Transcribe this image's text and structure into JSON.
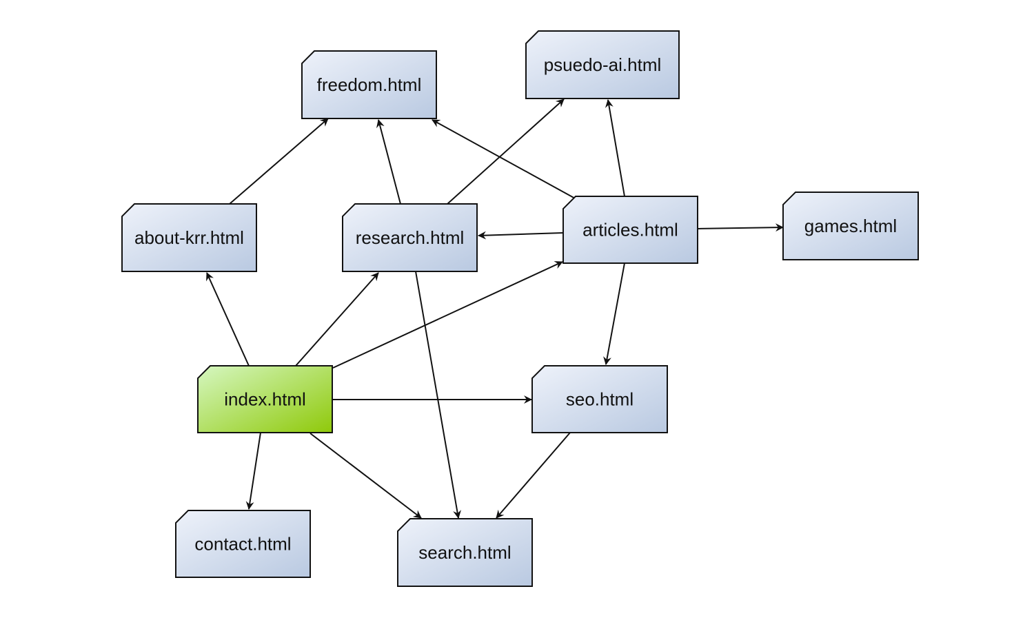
{
  "diagram": {
    "type": "site-map",
    "colors": {
      "page_fill_start": "#eef2fa",
      "page_fill_end": "#b9c9e1",
      "home_fill_start": "#d6f7c2",
      "home_fill_end": "#8fc90a",
      "stroke": "#111111"
    },
    "nodes": [
      {
        "id": "freedom",
        "label": "freedom.html",
        "kind": "page"
      },
      {
        "id": "psuedo-ai",
        "label": "psuedo-ai.html",
        "kind": "page"
      },
      {
        "id": "about-krr",
        "label": "about-krr.html",
        "kind": "page"
      },
      {
        "id": "research",
        "label": "research.html",
        "kind": "page"
      },
      {
        "id": "articles",
        "label": "articles.html",
        "kind": "page"
      },
      {
        "id": "games",
        "label": "games.html",
        "kind": "page"
      },
      {
        "id": "index",
        "label": "index.html",
        "kind": "home"
      },
      {
        "id": "seo",
        "label": "seo.html",
        "kind": "page"
      },
      {
        "id": "contact",
        "label": "contact.html",
        "kind": "page"
      },
      {
        "id": "search",
        "label": "search.html",
        "kind": "page"
      }
    ],
    "edges": [
      {
        "from": "about-krr",
        "to": "freedom"
      },
      {
        "from": "research",
        "to": "freedom"
      },
      {
        "from": "research",
        "to": "psuedo-ai"
      },
      {
        "from": "articles",
        "to": "freedom"
      },
      {
        "from": "articles",
        "to": "psuedo-ai"
      },
      {
        "from": "articles",
        "to": "research"
      },
      {
        "from": "articles",
        "to": "games"
      },
      {
        "from": "articles",
        "to": "seo"
      },
      {
        "from": "index",
        "to": "about-krr"
      },
      {
        "from": "index",
        "to": "research"
      },
      {
        "from": "index",
        "to": "articles"
      },
      {
        "from": "index",
        "to": "seo"
      },
      {
        "from": "index",
        "to": "contact"
      },
      {
        "from": "index",
        "to": "search"
      },
      {
        "from": "research",
        "to": "search"
      },
      {
        "from": "seo",
        "to": "search"
      }
    ]
  }
}
